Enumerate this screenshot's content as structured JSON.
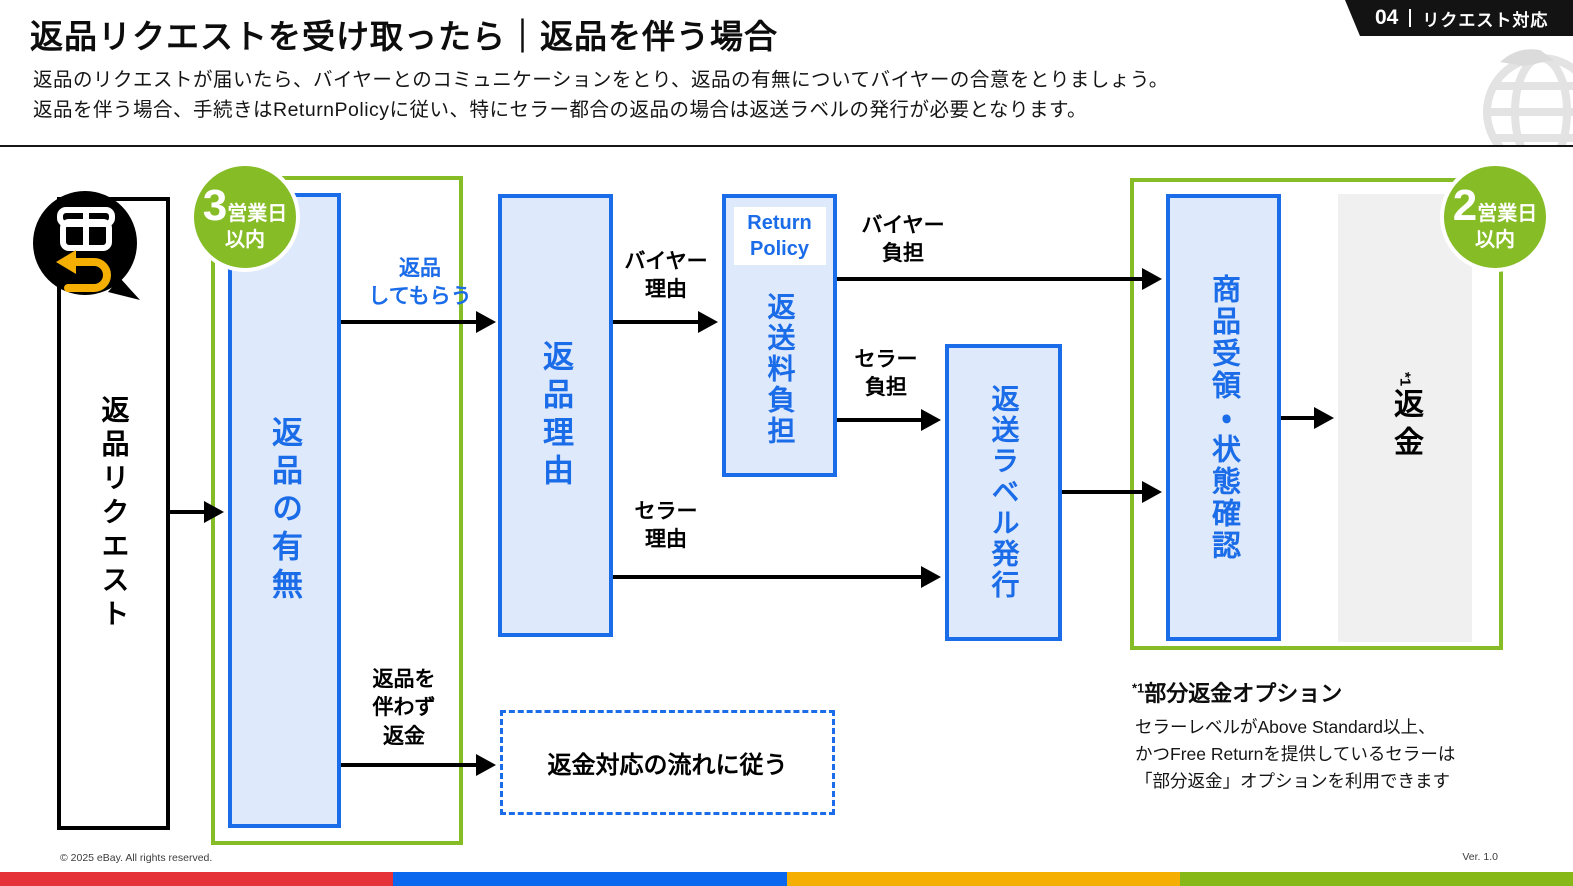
{
  "header": {
    "title": "返品リクエストを受け取ったら｜返品を伴う場合",
    "subtitle1": "返品のリクエストが届いたら、バイヤーとのコミュニケーションをとり、返品の有無についてバイヤーの合意をとりましょう。",
    "subtitle2": "返品を伴う場合、手続きはReturnPolicyに従い、特にセラー都合の返品の場合は返送ラベルの発行が必要となります。",
    "chapter": {
      "number": "04",
      "label": "リクエスト対応"
    }
  },
  "flow": {
    "start_box": "返品リクエスト",
    "badge_left": {
      "number": "3",
      "unit": "営業日",
      "line2": "以内"
    },
    "badge_right": {
      "number": "2",
      "unit": "営業日",
      "line2": "以内"
    },
    "boxes": {
      "return_decision": "返品の有無",
      "return_reason": "返品理由",
      "policy_tag": "Return\nPolicy",
      "shipping_fee": "返送料負担",
      "return_label": "返送ラベル発行",
      "receive_check": "商品受領・状態確認",
      "refund": "返金",
      "refund_ref": "*1",
      "refund_flow": "返金対応の流れに従う"
    },
    "labels": {
      "with_return": "返品\nしてもらう",
      "buyer_reason": "バイヤー\n理由",
      "buyer_fee": "バイヤー\n負担",
      "seller_fee": "セラー\n負担",
      "seller_reason": "セラー\n理由",
      "without_return": "返品を\n伴わず\n返金"
    }
  },
  "footnote": {
    "ref": "*1",
    "title": "部分返金オプション",
    "lines": [
      "セラーレベルがAbove Standard以上、",
      "かつFree Returnを提供しているセラーは",
      "「部分返金」オプションを利用できます"
    ]
  },
  "footer": {
    "copyright": "© 2025 eBay. All rights reserved.",
    "version": "Ver. 1.0"
  },
  "colors": {
    "ebay_red": "#E53238",
    "ebay_blue": "#0968ED",
    "ebay_yellow": "#F5AF02",
    "ebay_green": "#86B817",
    "flow_blue": "#1B6CE8",
    "flow_blue_fill": "#DEE9FB",
    "flow_green": "#86BC25",
    "refund_gray": "#F0F0F0",
    "icon_orange": "#F5AF02"
  }
}
